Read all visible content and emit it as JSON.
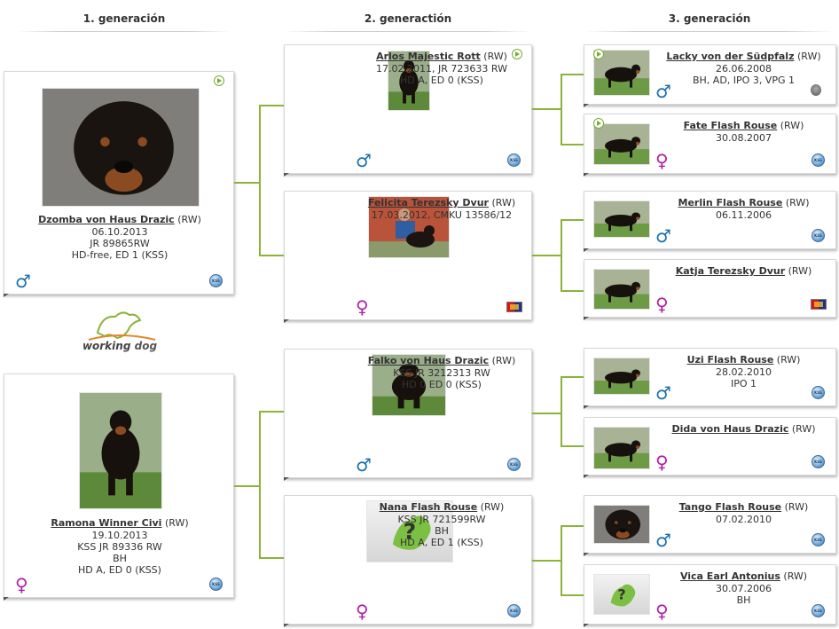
{
  "columns": [
    {
      "title": "1. generación"
    },
    {
      "title": "2. generactión"
    },
    {
      "title": "3. generación"
    }
  ],
  "logo": {
    "word1": "working",
    "word2": "dog"
  },
  "dogs": [
    {
      "id": "g1a",
      "name": "Dzomba von Haus Drazic",
      "breed": " (RW)",
      "info": [
        "06.10.2013",
        "JR 89865RW",
        "HD-free, ED 1 (KSS)"
      ],
      "sex": "♂",
      "sex_type": "male",
      "club": "kss",
      "video": true
    },
    {
      "id": "g1b",
      "name": "Ramona Winner Civi",
      "breed": " (RW)",
      "info": [
        "19.10.2013",
        "KSS JR 89336 RW",
        "BH",
        "HD A, ED 0 (KSS)"
      ],
      "sex": "♀",
      "sex_type": "female",
      "club": "kss",
      "video": false
    },
    {
      "id": "g2a",
      "name": "Arlos Majestic Rott",
      "breed": " (RW)",
      "info": [
        "17.02.2011, JR 723633 RW",
        "HD A, ED 0 (KSS)"
      ],
      "sex": "♂",
      "sex_type": "male",
      "club": "kss",
      "video": true
    },
    {
      "id": "g2b",
      "name": "Felicita Terezsky Dvur",
      "breed": " (RW)",
      "info": [
        "17.03.2012, CMKU 13586/12"
      ],
      "sex": "♀",
      "sex_type": "female",
      "club": "cmku",
      "video": false
    },
    {
      "id": "g2c",
      "name": "Falko von Haus Drazic",
      "breed": " (RW)",
      "info": [
        "KSS JR 3212313 RW",
        "HD 0 ED 0 (KSS)"
      ],
      "sex": "♂",
      "sex_type": "male",
      "club": "kss",
      "video": false
    },
    {
      "id": "g2d",
      "name": "Nana Flash Rouse",
      "breed": " (RW)",
      "info": [
        "KSS JR 721599RW",
        "BH",
        "HD A, ED 1 (KSS)"
      ],
      "sex": "♀",
      "sex_type": "female",
      "club": "kss",
      "video": false
    },
    {
      "id": "g3a",
      "name": "Lacky von der Südpfalz",
      "breed": " (RW)",
      "info": [
        "26.06.2008",
        "BH, AD, IPO 3, VPG 1"
      ],
      "sex": "♂",
      "sex_type": "male",
      "club": "trophy",
      "video": true
    },
    {
      "id": "g3b",
      "name": "Fate Flash Rouse",
      "breed": " (RW)",
      "info": [
        "30.08.2007"
      ],
      "sex": "♀",
      "sex_type": "female",
      "club": "kss",
      "video": true
    },
    {
      "id": "g3c",
      "name": "Merlin Flash Rouse",
      "breed": " (RW)",
      "info": [
        "06.11.2006"
      ],
      "sex": "♂",
      "sex_type": "male",
      "club": "kss",
      "video": false
    },
    {
      "id": "g3d",
      "name": "Katja Terezsky Dvur",
      "breed": " (RW)",
      "info": [],
      "sex": "♀",
      "sex_type": "female",
      "club": "cmku",
      "video": false
    },
    {
      "id": "g3e",
      "name": "Uzi Flash Rouse",
      "breed": " (RW)",
      "info": [
        "28.02.2010",
        "IPO 1"
      ],
      "sex": "♂",
      "sex_type": "male",
      "club": "kss",
      "video": false
    },
    {
      "id": "g3f",
      "name": "Dida von Haus Drazic",
      "breed": " (RW)",
      "info": [],
      "sex": "♀",
      "sex_type": "female",
      "club": "kss",
      "video": false
    },
    {
      "id": "g3g",
      "name": "Tango Flash Rouse",
      "breed": " (RW)",
      "info": [
        "07.02.2010"
      ],
      "sex": "♂",
      "sex_type": "male",
      "club": "kss",
      "video": false
    },
    {
      "id": "g3h",
      "name": "Vica Earl Antonius",
      "breed": " (RW)",
      "info": [
        "30.07.2006",
        "BH"
      ],
      "sex": "♀",
      "sex_type": "female",
      "club": "kss",
      "video": false
    }
  ]
}
